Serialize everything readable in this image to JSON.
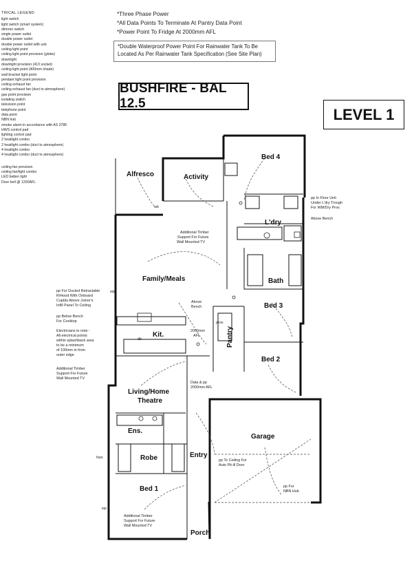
{
  "legend": {
    "heading": "TRICAL LEGEND",
    "items": [
      "light switch",
      "light switch (smart system)",
      "dimmer switch",
      "single power outlet",
      "double power outlet",
      "double power outlet with usb",
      "ceiling light point",
      "ceiling light point provision (globe)",
      "downlight",
      "downlight provision (413 socket)",
      "ceiling light point (400mm shade)",
      "wall bracket light point",
      "pendant light point provision",
      "ceiling exhaust fan",
      "ceiling exhaust fan (duct to atmosphere)",
      "gas point provision",
      "isolating switch",
      "television point",
      "telephone point",
      "data point",
      "NBN hub",
      "smoke alarm in accordance with AS 3786",
      "HWS control pad",
      "lighting control pad",
      "2 heatlight combo",
      "2 heatlight combo (duct to atmosphere)",
      "4 heatlight combo",
      "4 heatlight combo (duct to atmosphere)"
    ],
    "extra": [
      "ceiling fan provision",
      "ceiling fan/light combo",
      "LED batten light",
      "Door bell @ 1200AFL"
    ]
  },
  "notes": {
    "line1": "*Three Phase Power",
    "line2": "*All Data Points To Terminate At Pantry Data Point",
    "line3": "*Power Point To Fridge At 2000mm AFL",
    "box1": "*Double Waterproof Power Point For Rainwater Tank To Be",
    "box2": "Located As Per Rainwater Tank Specification (See Site Plan)"
  },
  "badges": {
    "bushfire": "BUSHFIRE - BAL 12.5",
    "level": "LEVEL 1"
  },
  "rooms": {
    "bed4": "Bed 4",
    "alfresco": "Alfresco",
    "activity": "Activity",
    "ldry": "L'dry",
    "family": "Family/Meals",
    "bath": "Bath",
    "bed3": "Bed 3",
    "kit": "Kit.",
    "pantry": "Pantry",
    "bed2": "Bed 2",
    "living1": "Living/Home",
    "living2": "Theatre",
    "garage": "Garage",
    "ens": "Ens.",
    "robe": "Robe",
    "entry": "Entry",
    "bed1": "Bed 1",
    "porch": "Porch"
  },
  "annotations": {
    "pp_floor_1": "pp In Floor Unit",
    "pp_floor_2": "Under L'dry Trough",
    "pp_floor_3": "For WM/Dry Prov.",
    "above_bench": "Above Bench",
    "timber_a1": "Additional Timber",
    "timber_a2": "Support For Future",
    "timber_a3": "Wall Mounted TV",
    "rh1": "pp For Ducted Retractable",
    "rh2": "R/Hood With Onboard",
    "rh3": "Cuptds Above Joiner's",
    "rh4": "Infill Panel To Ceiling",
    "bb1": "pp Below Bench",
    "bb2": "For Cooktop",
    "el1": "Electricians to note -",
    "el2": "All electrical points",
    "el3": "within splashback area",
    "el4": "to be a minimum",
    "el5": "of 100mm in from",
    "el6": "outer edge",
    "timber_b1": "Additional Timber",
    "timber_b2": "Support For Future",
    "timber_b3": "Wall Mounted TV",
    "above_bench2_1": "Above",
    "above_bench2_2": "Bench",
    "afl2000_1": "2000mm",
    "afl2000_2": "AFL",
    "prov": "prov.",
    "data_pp_1": "Data & pp",
    "data_pp_2": "2000mm AFL",
    "ceiling_1": "pp To Ceiling For",
    "ceiling_2": "Auto Pit-ill Door",
    "nbn_1": "pp For",
    "nbn_2": "NBN Hub",
    "timber_c1": "Additional Timber",
    "timber_c2": "Support For Future",
    "timber_c3": "Wall Mounted TV",
    "wp": "wp",
    "hws": "hws",
    "wb": "wb",
    "db": "db"
  }
}
